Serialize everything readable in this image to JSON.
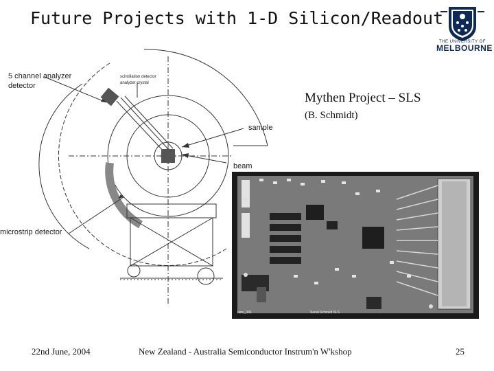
{
  "slide": {
    "title": "Future Projects with 1-D Silicon/Readout",
    "project": "Mythen Project – SLS",
    "author": "(B. Schmidt)"
  },
  "logo": {
    "line1": "THE UNIVERSITY OF",
    "line2": "MELBOURNE"
  },
  "diagram": {
    "label_analyzer_line1": "5 channel analyzer",
    "label_analyzer_line2": "detector",
    "label_scint_line1": "scintillation detector",
    "label_scint_line2": "analyzer crystal",
    "label_sample": "sample",
    "label_beam": "beam",
    "label_microstrip": "microstrip detector"
  },
  "board": {
    "label_left": "Ianu_341",
    "label_center": "Serial Schmidt SLS"
  },
  "footer": {
    "date": "22nd June, 2004",
    "event": "New Zealand - Australia Semiconductor Instrum'n W'kshop",
    "page": "25"
  },
  "colors": {
    "logo_navy": "#0d2a57",
    "board_gray": "#7a7a7a"
  }
}
